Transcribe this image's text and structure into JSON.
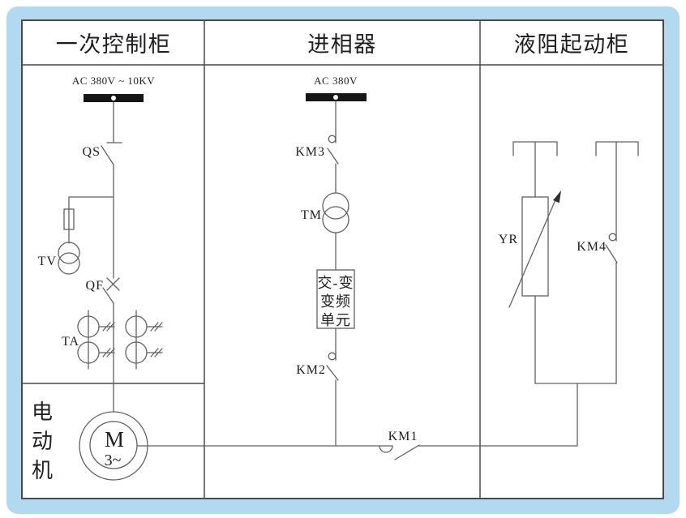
{
  "colors": {
    "mat_blue": "#b2d9f0",
    "line": "#616161",
    "busbar": "#161616",
    "text": "#1f1f1f"
  },
  "columns": [
    {
      "title": "一次控制柜",
      "bus_label": "AC 380V ~ 10KV",
      "labels": {
        "disconnector": "QS",
        "voltage_transformer": "TV",
        "circuit_breaker": "QF",
        "current_transformer": "TA"
      },
      "motor": {
        "caption_chars": [
          "电",
          "动",
          "机"
        ],
        "symbol": "M",
        "phase": "3~"
      }
    },
    {
      "title": "进相器",
      "bus_label": "AC 380V",
      "labels": {
        "contactor_top": "KM3",
        "transformer": "TM",
        "contactor_bottom": "KM2",
        "main_contactor": "KM1"
      },
      "converter_box": [
        "交-变",
        "变频",
        "单元"
      ]
    },
    {
      "title": "液阻起动柜",
      "labels": {
        "liquid_resistor": "YR",
        "contactor": "KM4"
      }
    }
  ]
}
